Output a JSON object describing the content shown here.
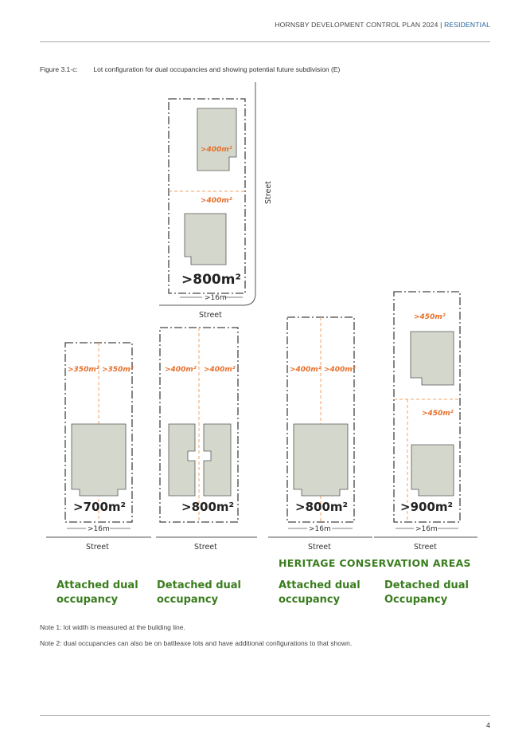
{
  "header": {
    "doc_title": "HORNSBY DEVELOPMENT CONTROL PLAN 2024",
    "separator": "|",
    "section": "RESIDENTIAL"
  },
  "figure": {
    "label": "Figure 3.1-c:",
    "caption": "Lot configuration for dual occupancies and showing potential future subdivision (E)"
  },
  "diagram": {
    "top_lot": {
      "upper_area": ">400m²",
      "lower_area": ">400m²",
      "total_area": ">800m²",
      "width": ">16m",
      "street_bottom": "Street",
      "street_side": "Street"
    },
    "lot1": {
      "area_left": ">350m²",
      "area_right": ">350m²",
      "total": ">700m²",
      "width": ">16m",
      "street": "Street"
    },
    "lot2": {
      "area_left": ">400m²",
      "area_right": ">400m²",
      "total": ">800m²",
      "street": "Street"
    },
    "lot3": {
      "area_left": ">400m²",
      "area_right": ">400m²",
      "total": ">800m²",
      "width": ">16m",
      "street": "Street"
    },
    "lot4": {
      "upper_area": ">450m²",
      "lower_area": ">450m²",
      "total": ">900m²",
      "width": ">16m",
      "street": "Street"
    },
    "heritage_title": "HERITAGE CONSERVATION AREAS",
    "captions": [
      {
        "line1": "Attached dual",
        "line2": "occupancy"
      },
      {
        "line1": "Detached dual",
        "line2": "occupancy"
      },
      {
        "line1": "Attached dual",
        "line2": "occupancy"
      },
      {
        "line1": "Detached dual",
        "line2": "Occupancy"
      }
    ]
  },
  "notes": [
    "Note 1: lot width is measured at the building line.",
    "Note 2: dual occupancies can also be on battleaxe lots and have additional configurations to that shown."
  ],
  "page_number": "4"
}
